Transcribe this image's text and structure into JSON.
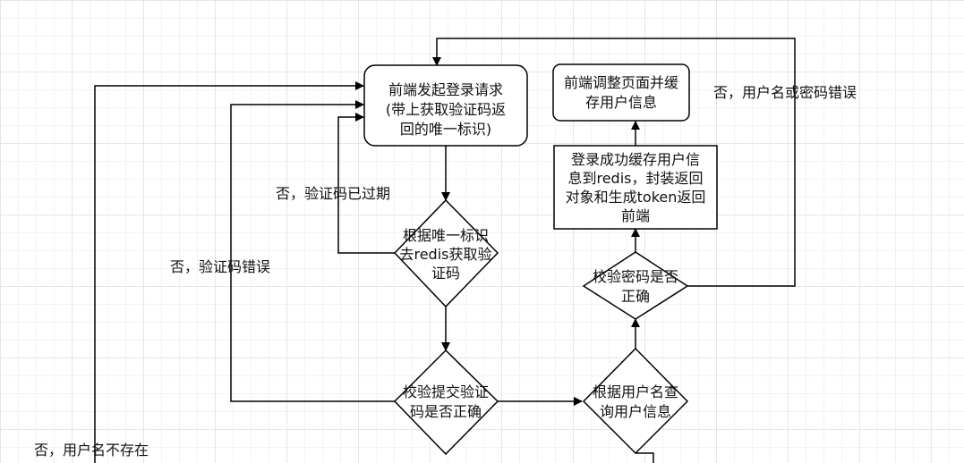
{
  "nodes": {
    "login_request": [
      "前端发起登录请求",
      "(带上获取验证码返",
      "回的唯一标识)"
    ],
    "get_code": [
      "根据唯一标识",
      "去redis获取验",
      "证码"
    ],
    "verify_code": [
      "校验提交验证",
      "码是否正确"
    ],
    "query_user": [
      "根据用户名查",
      "询用户信息"
    ],
    "check_password": [
      "校验密码是否",
      "正确"
    ],
    "cache_success": [
      "登录成功缓存用户信",
      "息到redis，封装返回",
      "对象和生成token返回",
      "前端"
    ],
    "frontend_adjust": [
      "前端调整页面并缓",
      "存用户信息"
    ]
  },
  "edges": {
    "code_expired": "否，验证码已过期",
    "code_wrong": "否，验证码错误",
    "user_not_exist": "否，用户名不存在",
    "bad_credentials": "否，用户名或密码错误"
  }
}
